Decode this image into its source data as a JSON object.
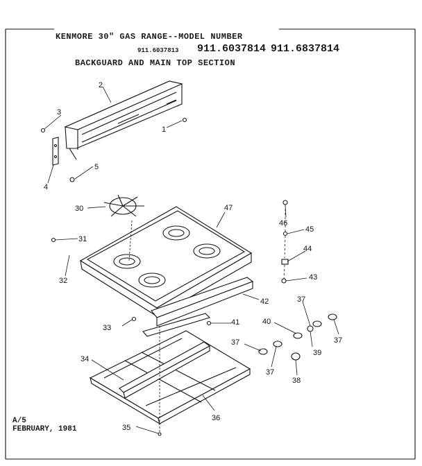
{
  "header": {
    "title": "KENMORE 30\" GAS RANGE--MODEL NUMBER",
    "model_small": "911.6037813",
    "model_a": "911.6037814",
    "model_b": "911.6837814",
    "subtitle": "BACKGUARD AND MAIN TOP SECTION"
  },
  "footer": {
    "line1": "A/5",
    "line2": "FEBRUARY, 1981"
  },
  "callouts": {
    "c1": "1",
    "c2": "2",
    "c3": "3",
    "c4": "4",
    "c5": "5",
    "c30": "30",
    "c31": "31",
    "c32": "32",
    "c33": "33",
    "c34": "34",
    "c35": "35",
    "c36": "36",
    "c37a": "37",
    "c37b": "37",
    "c37c": "37",
    "c37d": "37",
    "c38": "38",
    "c39": "39",
    "c40": "40",
    "c41": "41",
    "c42": "42",
    "c43": "43",
    "c44": "44",
    "c45": "45",
    "c46": "46",
    "c47": "47"
  }
}
